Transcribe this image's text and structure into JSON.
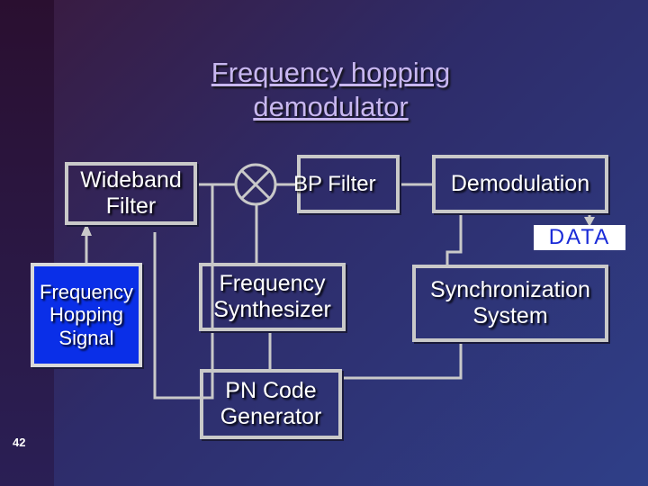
{
  "title": {
    "line1": "Frequency hopping",
    "line2": "demodulator"
  },
  "boxes": {
    "wideband": "Wideband\nFilter",
    "fh_signal": "Frequency\nHopping\nSignal",
    "bp_filter": "BP Filter",
    "demodulation": "Demodulation",
    "freq_synth": "Frequency\nSynthesizer",
    "sync_system": "Synchronization\nSystem",
    "pn_code": "PN Code\nGenerator"
  },
  "data_label": "DATA",
  "page_number": "42",
  "colors": {
    "title": "#c8b7f0",
    "signal_box": "#0a2fe8",
    "box_border": "#c9c9c9",
    "data_text": "#1a2bd8"
  }
}
